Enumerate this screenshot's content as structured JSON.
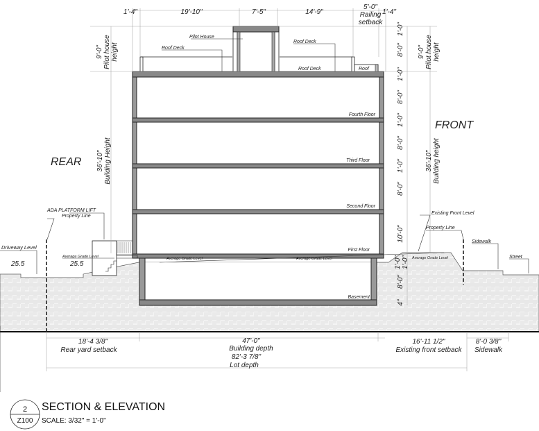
{
  "top_dims": [
    "1'-4\"",
    "19'-10\"",
    "7'-5\"",
    "14'-9\"",
    "5'-0\"",
    "Railing",
    "setback",
    "1'-4\""
  ],
  "left_dims": {
    "pilot_height": "9'-0\"",
    "pilot_label_1": "Pilot house",
    "pilot_label_2": "height",
    "building_height": "36'-10\"",
    "building_label": "Building Height"
  },
  "right_dims": {
    "pilot_height": "9'-0\"",
    "pilot_label_1": "Pilot house",
    "pilot_label_2": "height",
    "building_height": "36'-10\"",
    "building_label": "Building height",
    "chain": [
      "1'-0\"",
      "8'-0\"",
      "1'-0\"",
      "8'-0\"",
      "1'-0\"",
      "8'-0\"",
      "1'-0\"",
      "8'-0\"",
      "10'-0\"",
      "1'-0\"",
      "1'-0\"",
      "8'-0\"",
      "4\""
    ]
  },
  "labels": {
    "pilot_house": "Pilot House",
    "roof_deck_left": "Roof Deck",
    "roof_deck_right": "Roof Deck",
    "roof_deck_mid": "Roof Deck",
    "roof": "Roof",
    "fourth_floor": "Fourth Floor",
    "third_floor": "Third Floor",
    "second_floor": "Second Floor",
    "first_floor": "First Floor",
    "basement": "Basement",
    "rear": "REAR",
    "front": "FRONT",
    "ada_lift": "ADA PLATFORM LIFT",
    "property_line_rear": "Property Line",
    "driveway_level": "Driveway Level",
    "driveway_value": "25.5",
    "avg_grade_rear": "Average Grade Level",
    "avg_grade_value": "25.5",
    "avg_grade_in1": "Average Grade Level",
    "avg_grade_in2": "Average Grade Level",
    "existing_front_level": "Existing Front Level",
    "property_line_front": "Property Line",
    "avg_grade_front": "Average Grade Level",
    "sidewalk": "Sidewalk",
    "street": "Street"
  },
  "bottom_dims": {
    "rear_setback": "18'-4 3/8\"",
    "rear_setback_label": "Rear yard setback",
    "building_depth": "47'-0\"",
    "building_depth_label": "Building depth",
    "lot_depth": "82'-3 7/8\"",
    "lot_depth_label": "Lot depth",
    "front_setback": "16'-11 1/2\"",
    "front_setback_label": "Existing front setback",
    "sidewalk": "8'-0 3/8\"",
    "sidewalk_label": "Sidewalk"
  },
  "title_block": {
    "number": "2",
    "sheet": "Z100",
    "title": "SECTION & ELEVATION",
    "scale": "SCALE:  3/32\" = 1'-0\""
  }
}
